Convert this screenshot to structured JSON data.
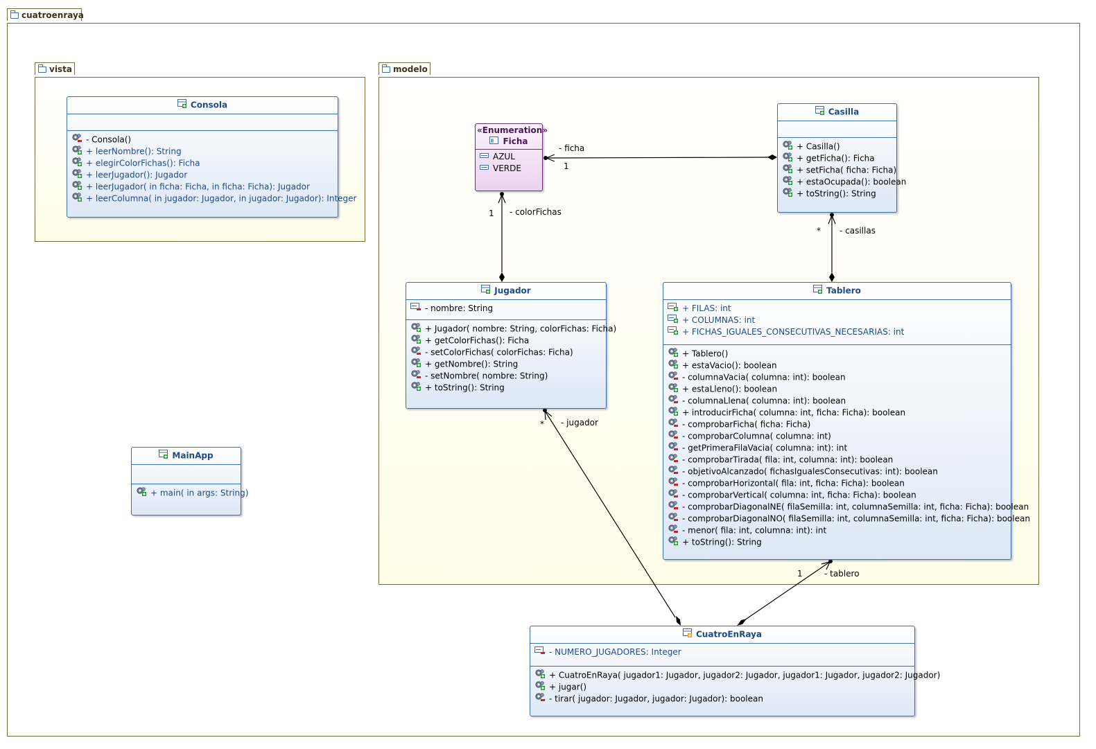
{
  "packages": {
    "root": "cuatroenraya",
    "vista": "vista",
    "modelo": "modelo"
  },
  "classes": {
    "consola": {
      "name": "Consola",
      "attributes": [],
      "operations": [
        {
          "vis": "private",
          "text": "- Consola()",
          "blue": false
        },
        {
          "vis": "public",
          "text": "+ leerNombre(): String",
          "blue": true
        },
        {
          "vis": "public",
          "text": "+ elegirColorFichas(): Ficha",
          "blue": true
        },
        {
          "vis": "public",
          "text": "+ leerJugador(): Jugador",
          "blue": true
        },
        {
          "vis": "public",
          "text": "+ leerJugador(  in ficha: Ficha,   in ficha: Ficha): Jugador",
          "blue": true
        },
        {
          "vis": "public",
          "text": "+ leerColumna(  in jugador: Jugador,   in jugador: Jugador): Integer",
          "blue": true
        }
      ]
    },
    "mainapp": {
      "name": "MainApp",
      "attributes": [],
      "operations": [
        {
          "vis": "public",
          "text": "+ main(  in args: String)",
          "blue": true
        }
      ]
    },
    "ficha": {
      "stereotype": "«Enumeration»",
      "name": "Ficha",
      "literals": [
        "AZUL",
        "VERDE"
      ]
    },
    "casilla": {
      "name": "Casilla",
      "attributes": [],
      "operations": [
        {
          "vis": "public",
          "text": "+ Casilla()",
          "blue": false
        },
        {
          "vis": "public",
          "text": "+ getFicha(): Ficha",
          "blue": false
        },
        {
          "vis": "public",
          "text": "+ setFicha(  ficha: Ficha)",
          "blue": false
        },
        {
          "vis": "public",
          "text": "+ estaOcupada(): boolean",
          "blue": false
        },
        {
          "vis": "public",
          "text": "+ toString(): String",
          "blue": false
        }
      ]
    },
    "jugador": {
      "name": "Jugador",
      "attributes": [
        {
          "vis": "private",
          "text": "- nombre: String",
          "blue": false
        }
      ],
      "operations": [
        {
          "vis": "public",
          "text": "+ Jugador(  nombre: String,   colorFichas: Ficha)",
          "blue": false
        },
        {
          "vis": "public",
          "text": "+ getColorFichas(): Ficha",
          "blue": false
        },
        {
          "vis": "private",
          "text": "- setColorFichas(  colorFichas: Ficha)",
          "blue": false
        },
        {
          "vis": "public",
          "text": "+ getNombre(): String",
          "blue": false
        },
        {
          "vis": "private",
          "text": "- setNombre(  nombre: String)",
          "blue": false
        },
        {
          "vis": "public",
          "text": "+ toString(): String",
          "blue": false
        }
      ]
    },
    "tablero": {
      "name": "Tablero",
      "attributes": [
        {
          "vis": "public",
          "text": "+ FILAS: int",
          "blue": true
        },
        {
          "vis": "public",
          "text": "+ COLUMNAS: int",
          "blue": true
        },
        {
          "vis": "public",
          "text": "+ FICHAS_IGUALES_CONSECUTIVAS_NECESARIAS: int",
          "blue": true
        }
      ],
      "operations": [
        {
          "vis": "public",
          "text": "+ Tablero()",
          "blue": false
        },
        {
          "vis": "public",
          "text": "+ estaVacio(): boolean",
          "blue": false
        },
        {
          "vis": "private",
          "text": "- columnaVacia(  columna: int): boolean",
          "blue": false
        },
        {
          "vis": "public",
          "text": "+ estaLleno(): boolean",
          "blue": false
        },
        {
          "vis": "private",
          "text": "- columnaLlena(  columna: int): boolean",
          "blue": false
        },
        {
          "vis": "public",
          "text": "+ introducirFicha(  columna: int,   ficha: Ficha): boolean",
          "blue": false
        },
        {
          "vis": "private",
          "text": "- comprobarFicha(  ficha: Ficha)",
          "blue": false
        },
        {
          "vis": "private",
          "text": "- comprobarColumna(  columna: int)",
          "blue": false
        },
        {
          "vis": "private",
          "text": "- getPrimeraFilaVacia(  columna: int): int",
          "blue": false
        },
        {
          "vis": "private",
          "text": "- comprobarTirada(  fila: int,   columna: int): boolean",
          "blue": false
        },
        {
          "vis": "private",
          "text": "- objetivoAlcanzado(  fichasIgualesConsecutivas: int): boolean",
          "blue": false
        },
        {
          "vis": "private",
          "text": "- comprobarHorizontal(  fila: int,   ficha: Ficha): boolean",
          "blue": false
        },
        {
          "vis": "private",
          "text": "- comprobarVertical(  columna: int,   ficha: Ficha): boolean",
          "blue": false
        },
        {
          "vis": "private",
          "text": "- comprobarDiagonalNE(  filaSemilla: int,   columnaSemilla: int,   ficha: Ficha): boolean",
          "blue": false
        },
        {
          "vis": "private",
          "text": "- comprobarDiagonalNO(  filaSemilla: int,   columnaSemilla: int,   ficha: Ficha): boolean",
          "blue": false
        },
        {
          "vis": "private",
          "text": "- menor(  fila: int,   columna: int): int",
          "blue": false
        },
        {
          "vis": "public",
          "text": "+ toString(): String",
          "blue": false
        }
      ]
    },
    "cuatroenraya": {
      "name": "CuatroEnRaya",
      "attributes": [
        {
          "vis": "private",
          "text": "- NUMERO_JUGADORES: Integer",
          "blue": true
        }
      ],
      "operations": [
        {
          "vis": "public",
          "text": "+ CuatroEnRaya(  jugador1: Jugador,   jugador2: Jugador,   jugador1: Jugador,   jugador2: Jugador)",
          "blue": false
        },
        {
          "vis": "public",
          "text": "+ jugar()",
          "blue": false
        },
        {
          "vis": "private",
          "text": "- tirar(  jugador: Jugador,   jugador: Jugador): boolean",
          "blue": false
        }
      ]
    }
  },
  "associations": {
    "ficha_role": "- ficha",
    "ficha_mult": "1",
    "colorfichas_role": "- colorFichas",
    "colorfichas_mult": "1",
    "casillas_role": "- casillas",
    "casillas_mult": "*",
    "jugador_role": "- jugador",
    "jugador_mult": "*",
    "tablero_role": "- tablero",
    "tablero_mult": "1"
  },
  "colors": {
    "class_border": "#3c6ea8",
    "class_title": "#1f4a86",
    "enum_border": "#6b2e72",
    "package_border": "#7a6a3a",
    "private_marker": "#d0202a",
    "public_marker": "#2a9a3a"
  }
}
